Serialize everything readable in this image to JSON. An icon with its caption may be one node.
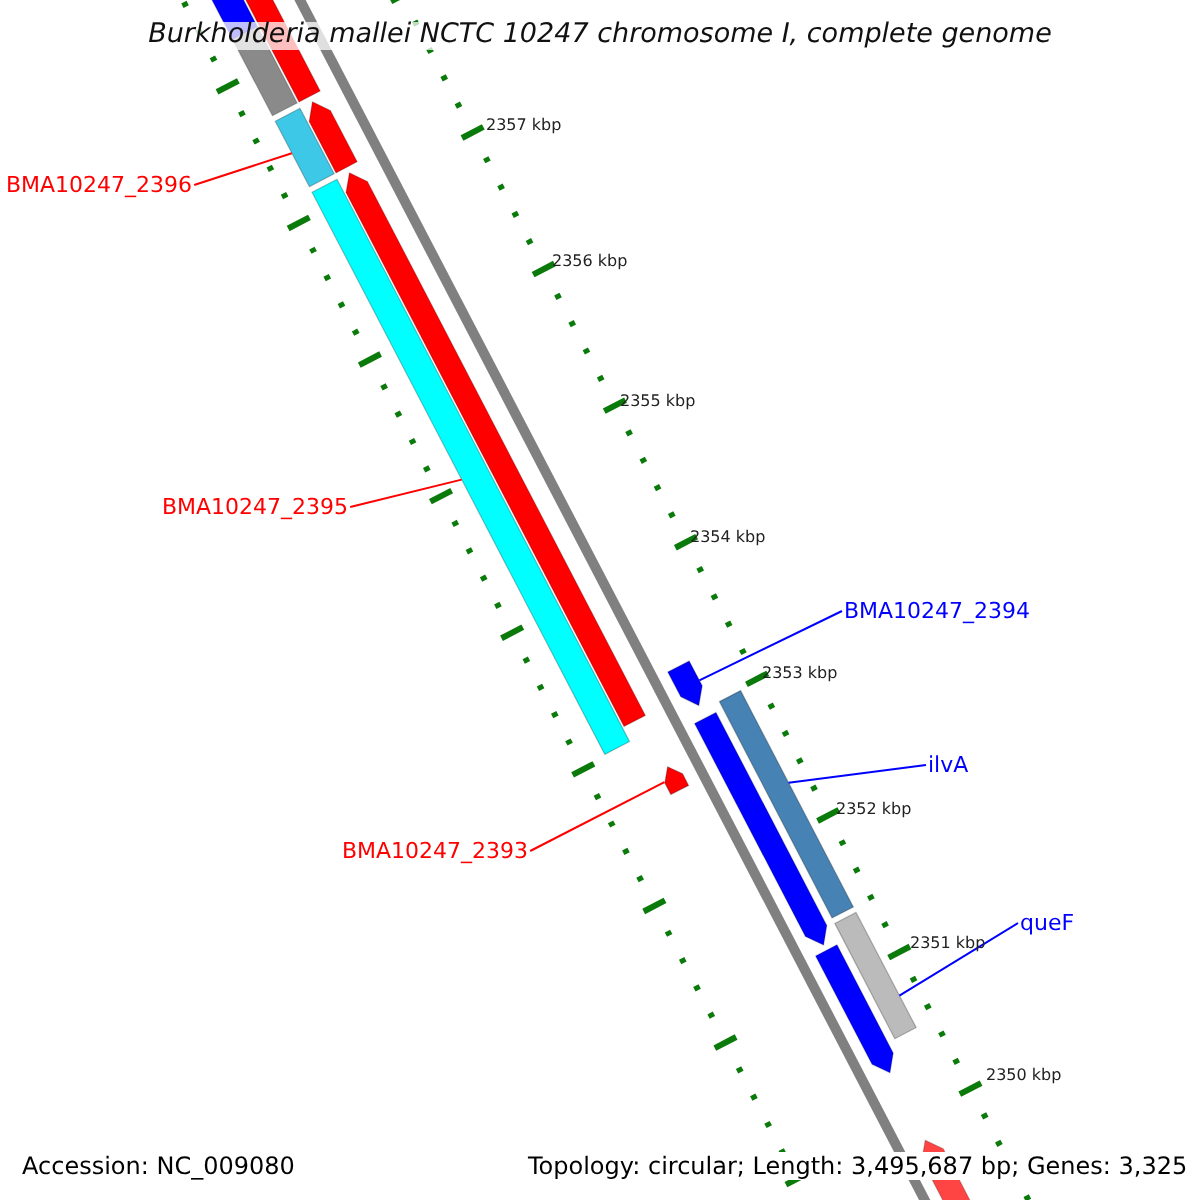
{
  "diagram": {
    "title": "Burkholderia mallei NCTC 10247 chromosome I, complete genome",
    "nodes": [
      {
        "text": [
          "BMA10247_2396"
        ]
      },
      {
        "text": [],
        "shape": "bar"
      },
      {
        "text": [
          "BMA10247_2395"
        ]
      },
      {
        "text": [],
        "shape": "bar"
      },
      {
        "text": [
          "BMA10247_2394"
        ]
      },
      {
        "text": [],
        "shape": "bar"
      },
      {
        "text": [
          "ilvA"
        ]
      },
      {
        "text": [],
        "shape": "bar"
      },
      {
        "text": [
          "BMA10247_2393"
        ]
      },
      {
        "text": [],
        "shape": "bar"
      },
      {
        "text": [
          "queF"
        ]
      },
      {
        "text": [],
        "shape": "bar"
      }
    ],
    "edges": [
      {
        "from": 0,
        "to": 1,
        "arrow": "none"
      },
      {
        "from": 2,
        "to": 3,
        "arrow": "none"
      },
      {
        "from": 4,
        "to": 5,
        "arrow": "none",
        "color": "#0000ff"
      },
      {
        "from": 6,
        "to": 7,
        "arrow": "none",
        "color": "#0000ff"
      },
      {
        "from": 8,
        "to": 9,
        "arrow": "none"
      },
      {
        "from": 10,
        "to": 11,
        "arrow": "none",
        "color": "#0000ff"
      }
    ],
    "labels": [
      "2357 kbp",
      "2356 kbp",
      "2355 kbp",
      "2354 kbp",
      "2353 kbp",
      "2352 kbp",
      "2351 kbp",
      "2350 kbp",
      "Accession: NC_009080",
      "Topology: circular; Length: 3,495,687 bp; Genes: 3,325"
    ]
  }
}
